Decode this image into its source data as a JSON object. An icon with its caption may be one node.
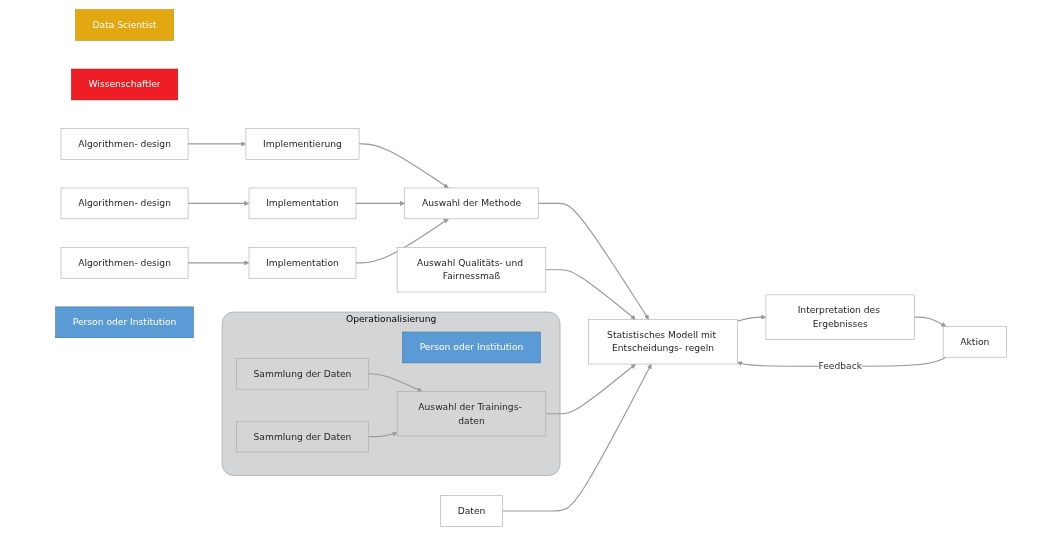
{
  "diagram": {
    "nodes": [
      {
        "text": [
          "Data Scientist"
        ]
      },
      {
        "text": [
          "Wissenschaftler"
        ]
      },
      {
        "text": [
          "Algorithmen- design"
        ]
      },
      {
        "text": [
          "Algorithmen- design"
        ]
      },
      {
        "text": [
          "Algorithmen- design"
        ]
      },
      {
        "text": [
          "Implementierung"
        ]
      },
      {
        "text": [
          "Implementation"
        ]
      },
      {
        "text": [
          "Implementation"
        ]
      },
      {
        "text": [
          "Auswahl der Methode"
        ]
      },
      {
        "text": [
          "Auswahl Qualitäts- und Fairnessmaß"
        ]
      },
      {
        "text": [
          "Statistisches Modell mit Entscheidungs- regeln"
        ]
      },
      {
        "text": [
          "Interpretation des Ergebnisses"
        ]
      },
      {
        "text": [
          "Aktion"
        ]
      },
      {
        "text": [
          "Person oder Institution"
        ]
      },
      {
        "text": [
          "Operationalisierung"
        ]
      },
      {
        "text": [
          "Person oder Institution"
        ],
        "in": 14
      },
      {
        "text": [
          "Sammlung der Daten"
        ],
        "in": 14
      },
      {
        "text": [
          "Sammlung der Daten"
        ],
        "in": 14
      },
      {
        "text": [
          "Auswahl der Trainings- daten"
        ],
        "in": 14
      },
      {
        "text": [
          "Daten"
        ]
      }
    ],
    "edges": [
      {
        "from": 2,
        "to": 5,
        "arrow": "to"
      },
      {
        "from": 3,
        "to": 6,
        "arrow": "to"
      },
      {
        "from": 4,
        "to": 7,
        "arrow": "to"
      },
      {
        "from": 5,
        "to": 8,
        "arrow": "to"
      },
      {
        "from": 6,
        "to": 8,
        "arrow": "to"
      },
      {
        "from": 7,
        "to": 8,
        "arrow": "to"
      },
      {
        "from": 8,
        "to": 10,
        "arrow": "to"
      },
      {
        "from": 9,
        "to": 10,
        "arrow": "to"
      },
      {
        "from": 18,
        "to": 10,
        "arrow": "to"
      },
      {
        "from": 19,
        "to": 10,
        "arrow": "to"
      },
      {
        "from": 10,
        "to": 11,
        "arrow": "to"
      },
      {
        "from": 11,
        "to": 12,
        "arrow": "to"
      },
      {
        "from": 12,
        "to": 10,
        "label": "Feedback",
        "arrow": "to"
      },
      {
        "from": 16,
        "to": 18,
        "arrow": "to"
      },
      {
        "from": 17,
        "to": 18,
        "arrow": "to"
      }
    ]
  }
}
